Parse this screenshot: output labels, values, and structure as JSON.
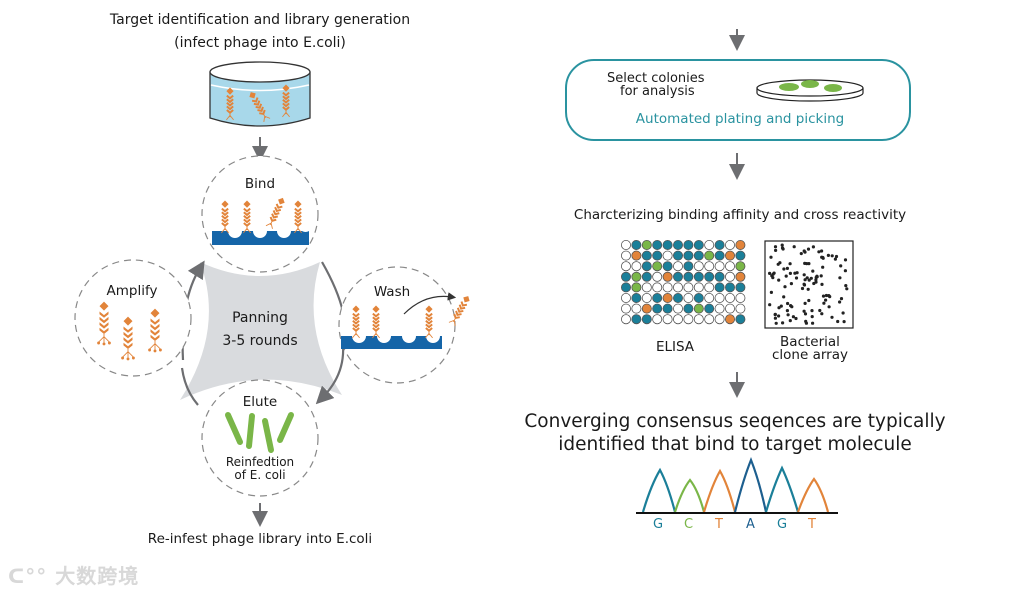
{
  "left_panel": {
    "title_line1": "Target identification and library generation",
    "title_line2": "(infect phage into E.coli)",
    "steps": {
      "bind": "Bind",
      "wash": "Wash",
      "elute": "Elute",
      "amplify": "Amplify"
    },
    "center_label_line1": "Panning",
    "center_label_line2": "3-5 rounds",
    "elute_sub_line1": "Reinfedtion",
    "elute_sub_line2": "of E. coli",
    "footer": "Re-infest phage library into E.coli"
  },
  "right_panel": {
    "box": {
      "label_line1": "Select colonies",
      "label_line2": "for analysis",
      "caption": "Automated plating and picking"
    },
    "characterize_title": "Charcterizing binding affinity and cross reactivity",
    "elisa_label": "ELISA",
    "clone_label_line1": "Bacterial",
    "clone_label_line2": "clone array",
    "consensus_line1": "Converging consensus seqences are typically",
    "consensus_line2": "identified that bind to target molecule",
    "sequence": [
      "G",
      "C",
      "T",
      "A",
      "G",
      "T"
    ]
  },
  "elisa_grid": [
    "WTGTTTTTWTWO",
    "WOTTWTTTGTOT",
    "WWTGTWTWWWWG",
    "TGTWOTTTTTWO",
    "TGWWWWWWWTTT",
    "WTWTOTWTWWWW",
    "WWOTTWTGTWWW",
    "WTTWWWWWWWOT"
  ],
  "watermark": "大数跨境",
  "colors": {
    "teal": "#1b7f99",
    "green": "#7ab648",
    "orange": "#e2843a",
    "blue_surface": "#1565a8",
    "panning_gray": "#d9dbde",
    "box_border": "#2a93a0",
    "arrow_gray": "#6d6e71",
    "peak_dark_blue": "#1d5f8f"
  }
}
